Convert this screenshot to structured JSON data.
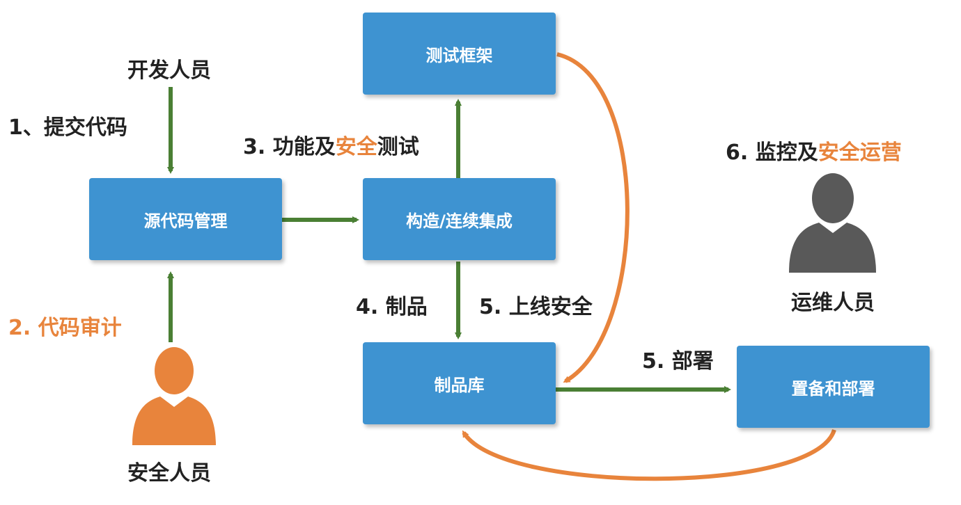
{
  "boxes": {
    "test_framework": "测试框架",
    "source_mgmt": "源代码管理",
    "build_ci": "构造/连续集成",
    "artifact_repo": "制品库",
    "provision_deploy": "置备和部署"
  },
  "roles": {
    "developer": "开发人员",
    "security": "安全人员",
    "ops": "运维人员"
  },
  "steps": {
    "s1": "1、提交代码",
    "s2": "2. 代码审计",
    "s3_prefix": "3. 功能及",
    "s3_highlight": "安全",
    "s3_suffix": "测试",
    "s4": "4. 制品",
    "s5_online": "5. 上线安全",
    "s5_deploy": "5. 部署",
    "s6_prefix": "6. 监控及",
    "s6_highlight": "安全运营"
  },
  "colors": {
    "box_fill": "#3e93d1",
    "green_arrow": "#4a7f34",
    "orange_arrow": "#e8843c",
    "person_gray": "#595959",
    "person_orange": "#e8843c"
  }
}
